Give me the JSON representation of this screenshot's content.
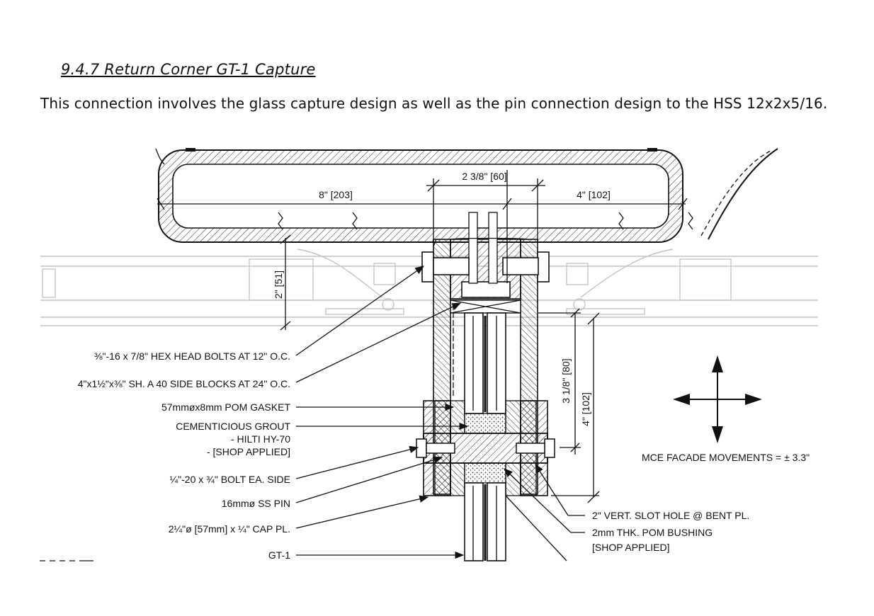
{
  "heading": "9.4.7 Return Corner GT-1 Capture",
  "intro": "This connection involves the glass capture design as well as the pin connection design to the HSS 12x2x5/16.",
  "dimensions": {
    "d1": "2 3/8\" [60]",
    "d2": "8\" [203]",
    "d3": "4\" [102]",
    "d4": "2\" [51]",
    "d5": "3 1/8\" [80]",
    "d6": "4\" [102]"
  },
  "callouts_left": [
    "⅜\"-16 x 7/8\" HEX HEAD BOLTS AT 12\" O.C.",
    "4\"x1½\"x⅜\" SH. A 40 SIDE BLOCKS AT 24\" O.C.",
    "57mmøx8mm POM GASKET",
    "CEMENTICIOUS GROUT",
    "- HILTI HY-70",
    "- [SHOP APPLIED]",
    "¼\"-20 x ¾\" BOLT EA. SIDE",
    "16mmø SS PIN",
    "2¼\"ø [57mm] x ¼\" CAP PL.",
    "GT-1"
  ],
  "callouts_right": [
    "2\" VERT. SLOT HOLE @ BENT PL.",
    "2mm THK. POM BUSHING",
    "[SHOP APPLIED]"
  ],
  "movement_note": "MCE FACADE MOVEMENTS = ± 3.3\""
}
